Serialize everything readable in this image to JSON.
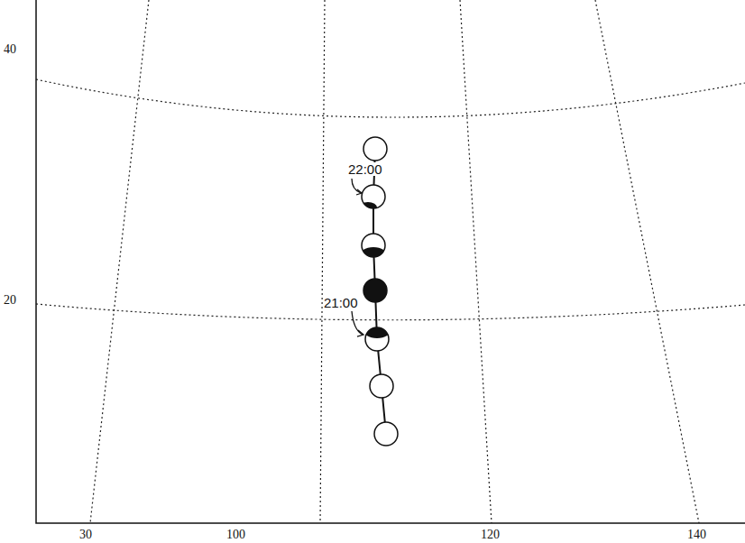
{
  "diagram": {
    "labels": [
      "40",
      "20",
      "30",
      "100",
      "120",
      "140",
      "22:00",
      "21:00"
    ]
  }
}
